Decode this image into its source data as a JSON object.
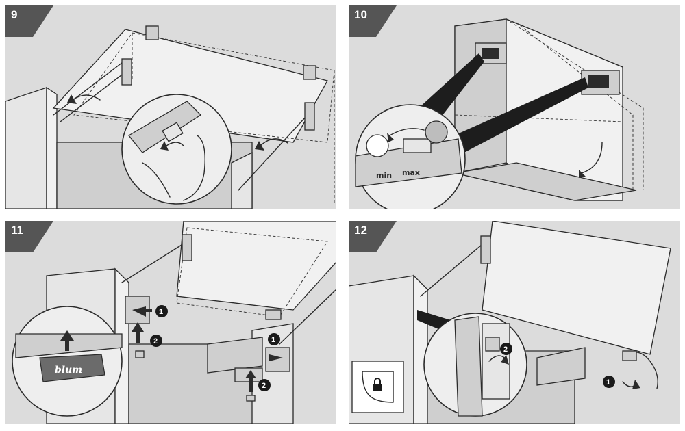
{
  "steps": [
    {
      "number": "9"
    },
    {
      "number": "10"
    },
    {
      "number": "11"
    },
    {
      "number": "12"
    }
  ],
  "scale_labels": {
    "min": "min",
    "max": "max"
  },
  "callouts": {
    "one": "1",
    "two": "2"
  },
  "logo_text": "blum",
  "colors": {
    "panel_bg": "#dcdcdc",
    "tab": "#555555",
    "ink": "#2a2a2a",
    "badge": "#1a1a1a"
  }
}
